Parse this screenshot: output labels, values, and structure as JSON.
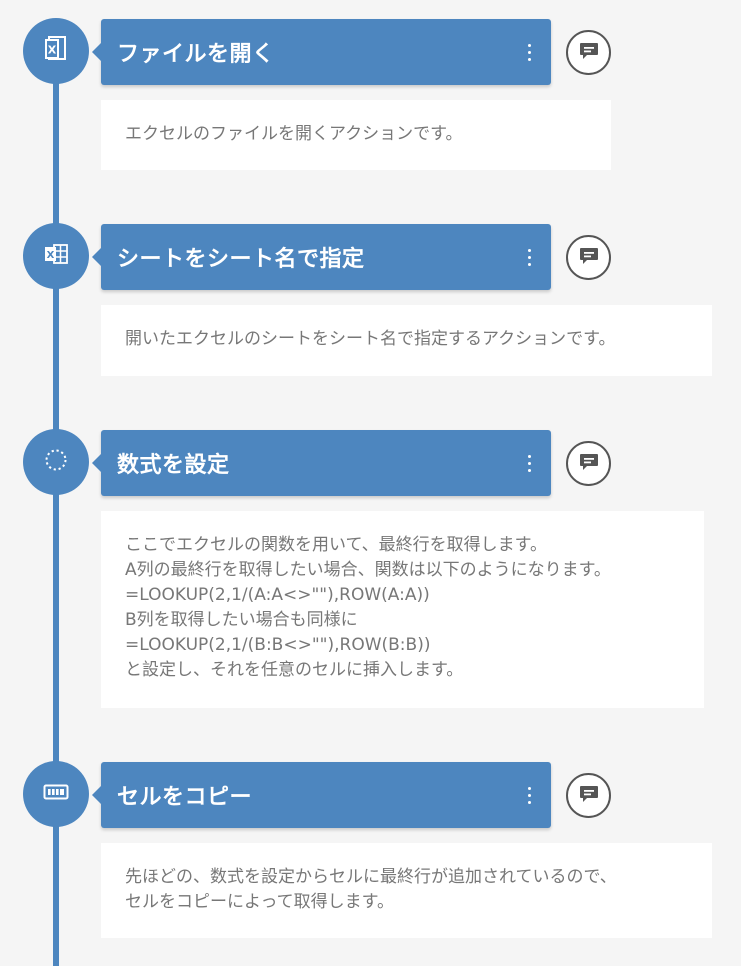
{
  "steps": [
    {
      "title": "ファイルを開く",
      "icon": "excel-file-icon",
      "description": [
        "エクセルのファイルを開くアクションです。"
      ]
    },
    {
      "title": "シートをシート名で指定",
      "icon": "excel-sheet-icon",
      "description": [
        "開いたエクセルのシートをシート名で指定するアクションです。"
      ]
    },
    {
      "title": "数式を設定",
      "icon": "dotted-circle-icon",
      "description": [
        "ここでエクセルの関数を用いて、最終行を取得します。",
        "A列の最終行を取得したい場合、関数は以下のようになります。",
        "=LOOKUP(2,1/(A:A<>\"\"),ROW(A:A))",
        "B列を取得したい場合も同様に",
        "=LOOKUP(2,1/(B:B<>\"\"),ROW(B:B))",
        "と設定し、それを任意のセルに挿入します。"
      ]
    },
    {
      "title": "セルをコピー",
      "icon": "cell-copy-icon",
      "description": [
        "先ほどの、数式を設定からセルに最終行が追加されているので、",
        "セルをコピーによって取得します。"
      ]
    }
  ],
  "colors": {
    "accent": "#4d86bf",
    "background": "#f5f5f5",
    "card": "#ffffff",
    "text": "#777777"
  }
}
